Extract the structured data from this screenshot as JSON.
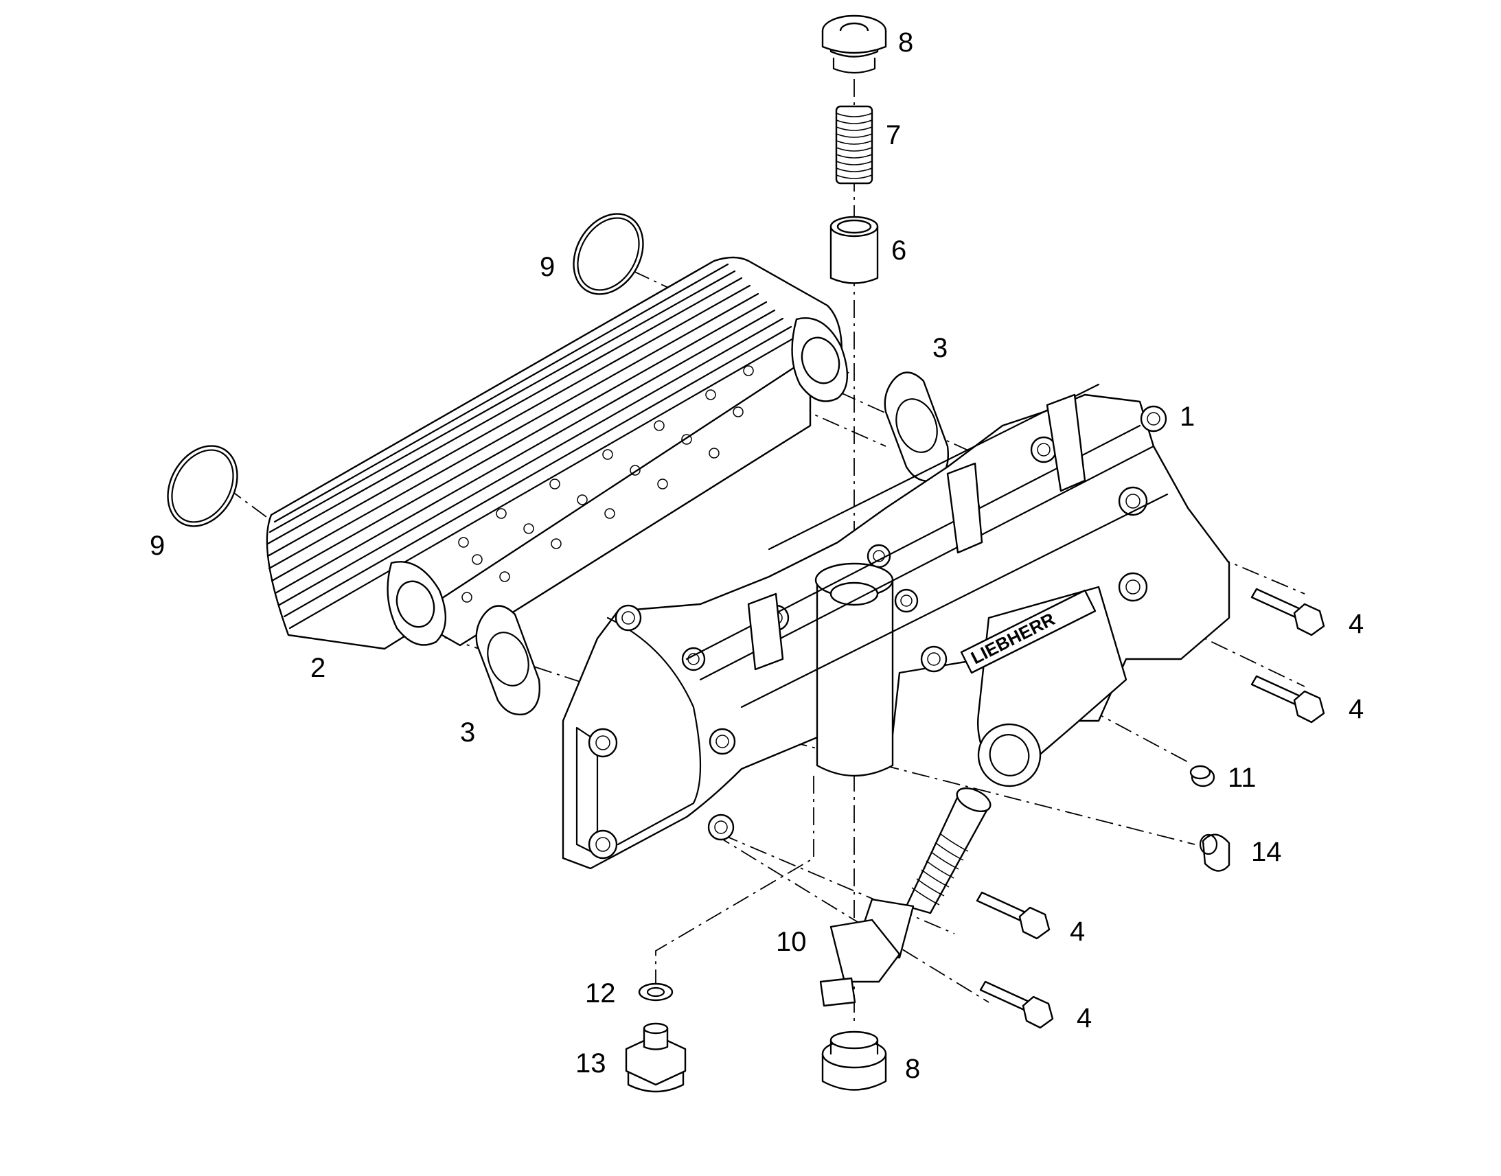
{
  "callouts": {
    "c1": "1",
    "c2": "2",
    "c3a": "3",
    "c3b": "3",
    "c4a": "4",
    "c4b": "4",
    "c4c": "4",
    "c4d": "4",
    "c6": "6",
    "c7": "7",
    "c8a": "8",
    "c8b": "8",
    "c9a": "9",
    "c9b": "9",
    "c10": "10",
    "c11": "11",
    "c12": "12",
    "c13": "13",
    "c14": "14"
  },
  "housing_marking": "LIEBHERR"
}
